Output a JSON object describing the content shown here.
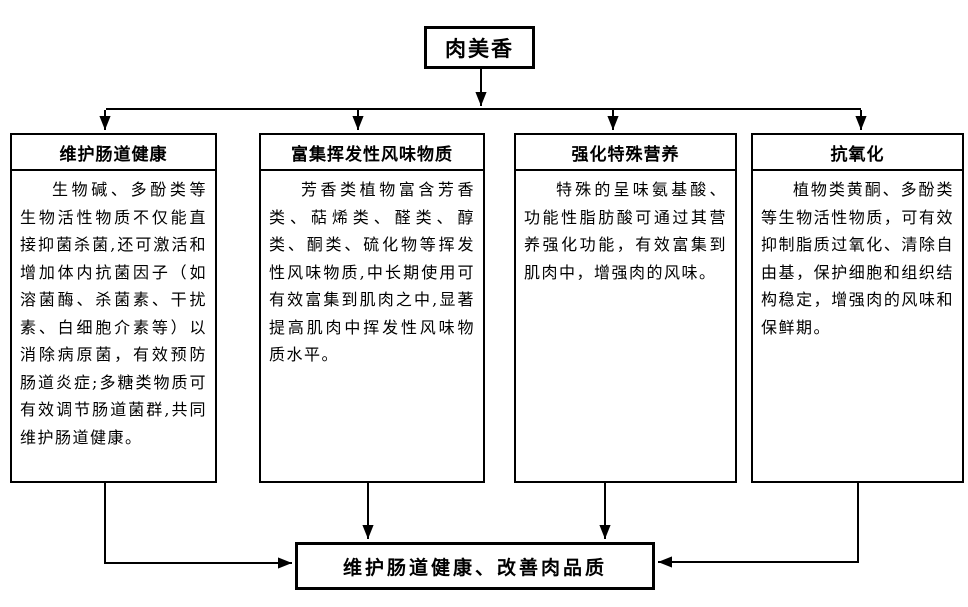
{
  "diagram": {
    "root": {
      "label": "肉美香"
    },
    "branches": [
      {
        "title": "维护肠道健康",
        "body": "生物碱、多酚类等生物活性物质不仅能直接抑菌杀菌,还可激活和增加体内抗菌因子（如溶菌酶、杀菌素、干扰素、白细胞介素等）以消除病原菌，有效预防肠道炎症;多糖类物质可有效调节肠道菌群,共同维护肠道健康。"
      },
      {
        "title": "富集挥发性风味物质",
        "body": "芳香类植物富含芳香类、萜烯类、醛类、醇类、酮类、硫化物等挥发性风味物质,中长期使用可有效富集到肌肉之中,显著提高肌肉中挥发性风味物质水平。"
      },
      {
        "title": "强化特殊营养",
        "body": "特殊的呈味氨基酸、功能性脂肪酸可通过其营养强化功能，有效富集到肌肉中，增强肉的风味。"
      },
      {
        "title": "抗氧化",
        "body": "植物类黄酮、多酚类等生物活性物质，可有效抑制脂质过氧化、清除自由基，保护细胞和组织结构稳定，增强肉的风味和保鲜期。"
      }
    ],
    "outcome": {
      "label": "维护肠道健康、改善肉品质"
    },
    "colors": {
      "line": "#000000",
      "background": "#ffffff",
      "text": "#000000"
    }
  }
}
